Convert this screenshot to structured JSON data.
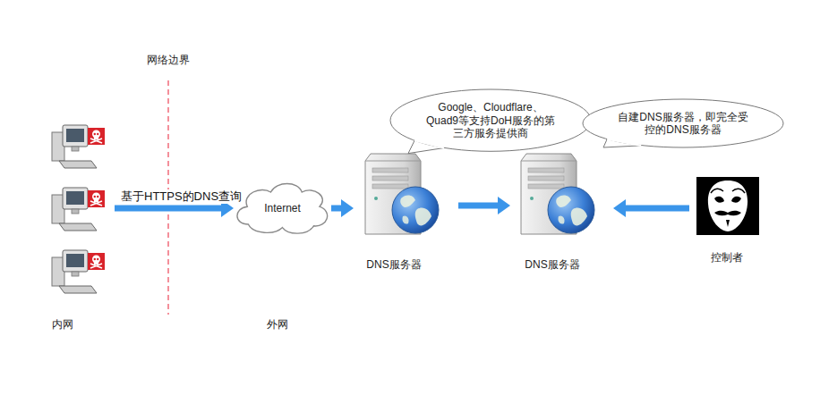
{
  "diagram": {
    "nodes": [
      {
        "text": [
          "内网"
        ]
      },
      {
        "text": [
          "Internet"
        ]
      },
      {
        "text": [
          "DNS服务器"
        ]
      },
      {
        "text": [
          "Google、Cloudflare、Quad9等支持DoH服务的第三方服务提供商"
        ]
      },
      {
        "text": [
          "DNS服务器"
        ]
      },
      {
        "text": [
          "自建DNS服务器，即完全受控的DNS服务器"
        ]
      },
      {
        "text": [
          "控制者"
        ]
      }
    ],
    "edges": [
      {
        "from": 0,
        "to": 1,
        "arrow": "to",
        "label": "基于HTTPS的DNS查询"
      },
      {
        "from": 1,
        "to": 2,
        "arrow": "to"
      },
      {
        "from": 2,
        "to": 4,
        "arrow": "to"
      },
      {
        "from": 6,
        "to": 4,
        "arrow": "to"
      }
    ],
    "labels": [
      "网络边界",
      "外网"
    ]
  }
}
